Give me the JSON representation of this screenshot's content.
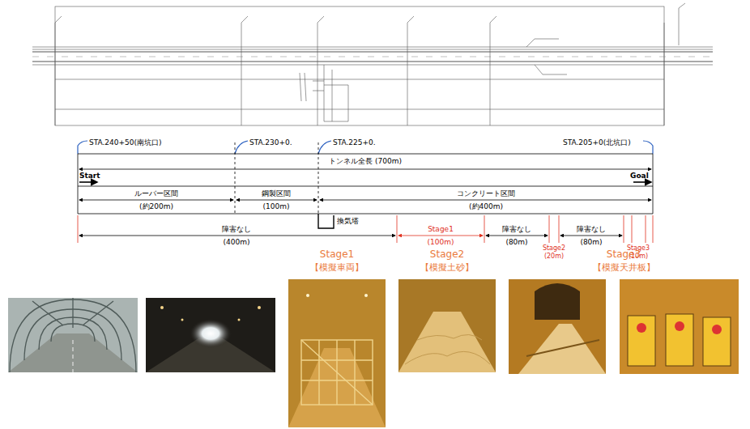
{
  "diagram": {
    "labels": [
      "STA.240+50(南坑口)",
      "STA.230+0.",
      "STA.225+0.",
      "STA.205+0(北坑口)",
      "トンネル全長 (700m)",
      "Start",
      "Goal",
      "ルーバー区間",
      "(約200m)",
      "鋼製区間",
      "(100m)",
      "コンクリート区間",
      "(約400m)",
      "換気塔",
      "障害なし",
      "(400m)",
      "Stage1",
      "(100m)",
      "障害なし",
      "(80m)",
      "Stage2",
      "(20m)",
      "障害なし",
      "(80m)",
      "Stage3",
      "(10m)",
      "Stage1",
      "【模擬車両】",
      "Stage2",
      "【模擬土砂】",
      "Stage3",
      "【模擬天井板】"
    ]
  }
}
